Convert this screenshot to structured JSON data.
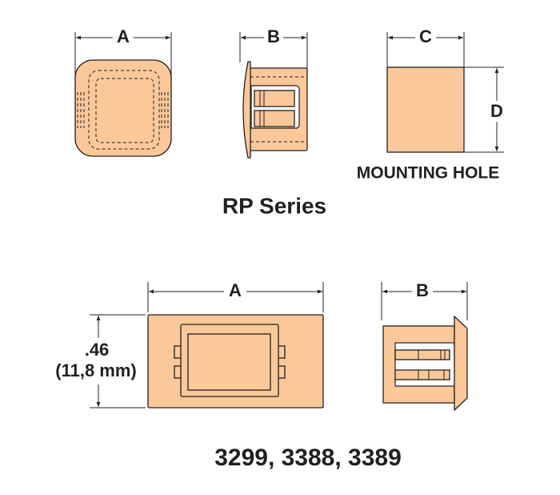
{
  "top_view": {
    "dim_a": "A",
    "dim_b": "B",
    "dim_c": "C",
    "dim_d": "D",
    "mounting_hole_label": "MOUNTING HOLE",
    "series_title": "RP Series"
  },
  "bottom_view": {
    "dim_a": "A",
    "dim_b": "B",
    "height_in": ".46",
    "height_mm": "(11,8 mm)",
    "part_numbers": "3299, 3388, 3389"
  },
  "colors": {
    "part_fill": "#FBC89A",
    "line": "#231F20"
  }
}
